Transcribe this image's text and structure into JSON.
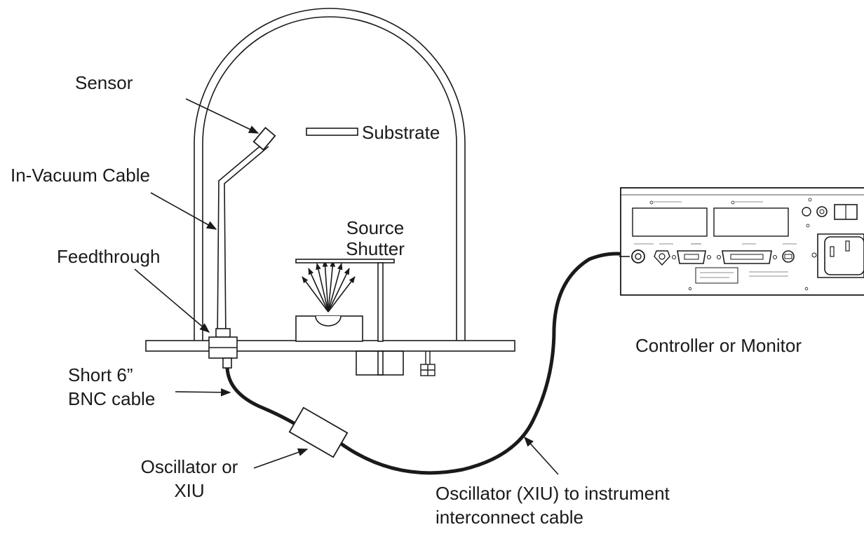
{
  "labels": {
    "sensor": "Sensor",
    "substrate": "Substrate",
    "in_vacuum_cable": "In-Vacuum Cable",
    "source_shutter": [
      "Source",
      "Shutter"
    ],
    "feedthrough": "Feedthrough",
    "short_cable": [
      "Short 6”",
      "BNC cable"
    ],
    "oscillator": [
      "Oscillator or",
      "XIU"
    ],
    "interconnect": [
      "Oscillator (XIU) to instrument",
      "interconnect cable"
    ],
    "controller": "Controller or Monitor"
  },
  "colors": {
    "line": "#1a1a1a",
    "background": "#ffffff"
  }
}
